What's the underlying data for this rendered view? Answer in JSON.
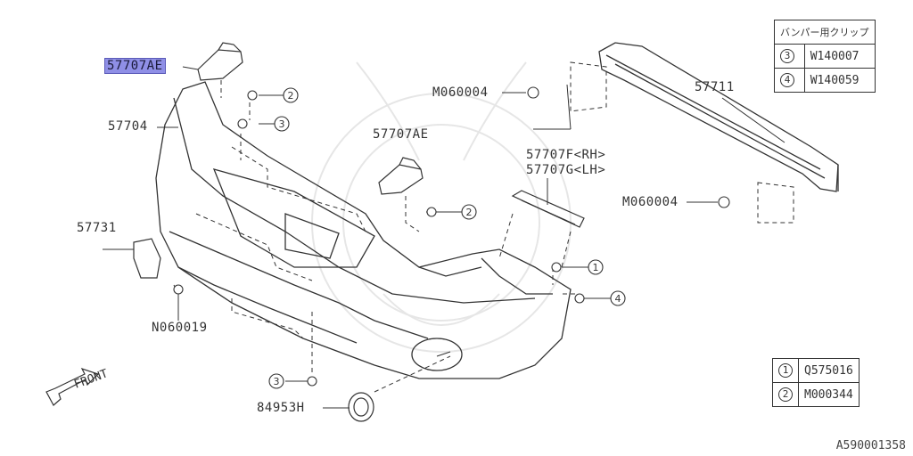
{
  "labels": {
    "p57707ae_top": "57707AE",
    "p57704": "57704",
    "p57707ae_mid": "57707AE",
    "p57707f": "57707F<RH>",
    "p57707g": "57707G<LH>",
    "p57711": "57711",
    "m060004_top": "M060004",
    "m060004_right": "M060004",
    "p57731": "57731",
    "n060019": "N060019",
    "p84953h": "84953H",
    "front": "FRONT"
  },
  "callouts": {
    "c1": "1",
    "c2": "2",
    "c3": "3",
    "c4": "4"
  },
  "clip_table": {
    "header": "バンパー用クリップ",
    "rows": [
      {
        "num": "3",
        "part": "W140007"
      },
      {
        "num": "4",
        "part": "W140059"
      }
    ]
  },
  "fastener_table": {
    "rows": [
      {
        "num": "1",
        "part": "Q575016"
      },
      {
        "num": "2",
        "part": "M000344"
      }
    ]
  },
  "diagram_id": "A590001358",
  "colors": {
    "highlight": "#8f8fe6",
    "line": "#333333"
  }
}
